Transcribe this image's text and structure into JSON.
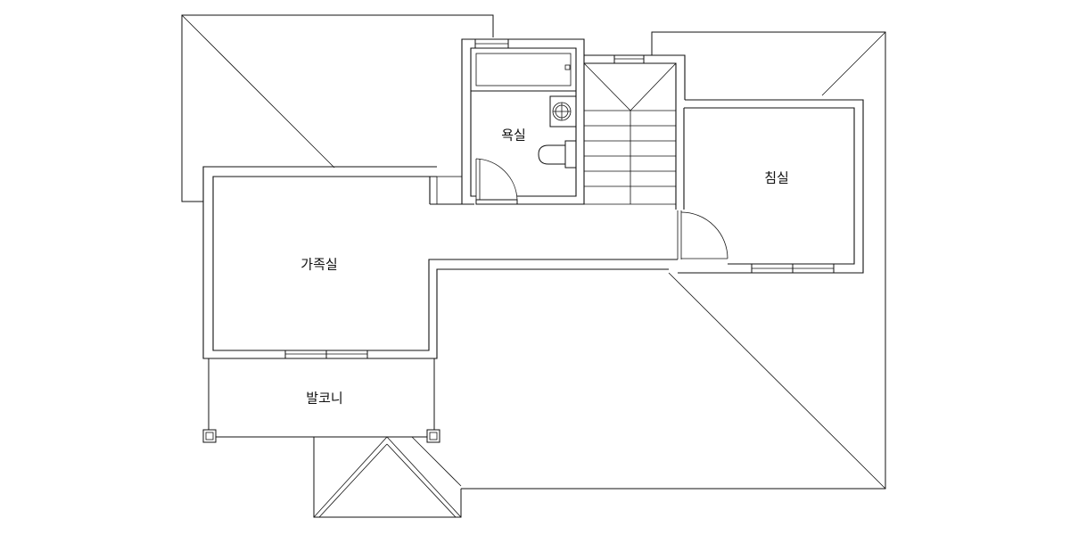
{
  "rooms": {
    "bathroom": "욕실",
    "bedroom": "침실",
    "family_room": "가족실",
    "balcony": "발코니"
  }
}
